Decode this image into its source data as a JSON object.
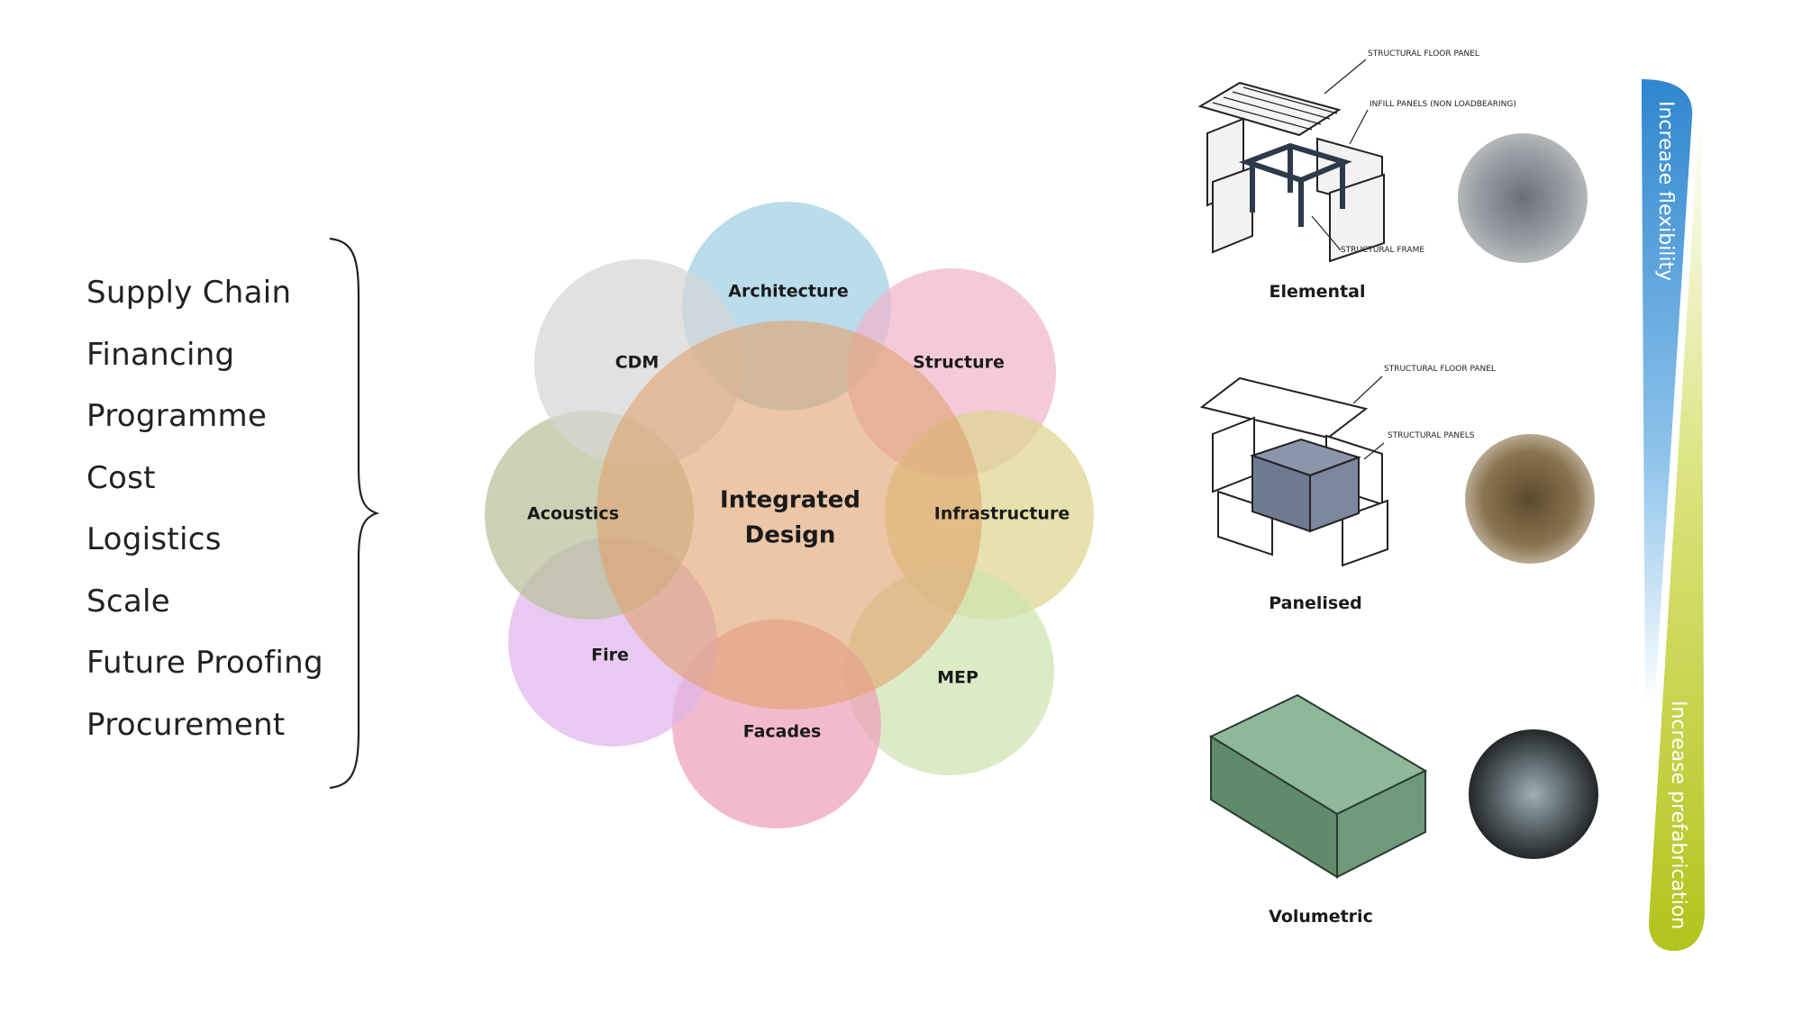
{
  "considerations": [
    "Supply Chain",
    "Financing",
    "Programme",
    "Cost",
    "Logistics",
    "Scale",
    "Future Proofing",
    "Procurement"
  ],
  "venn": {
    "center": [
      "Integrated",
      "Design"
    ],
    "circles": [
      {
        "label": "Architecture",
        "color": "#9fcfe3"
      },
      {
        "label": "Structure",
        "color": "#f0b5cc"
      },
      {
        "label": "Infrastructure",
        "color": "#dcd58e"
      },
      {
        "label": "MEP",
        "color": "#cfe3b0"
      },
      {
        "label": "Facades",
        "color": "#ee9fba"
      },
      {
        "label": "Fire",
        "color": "#e0b4ec"
      },
      {
        "label": "Acoustics",
        "color": "#b7c09a"
      },
      {
        "label": "CDM",
        "color": "#d6d6d6"
      }
    ],
    "center_color": "#e0a36f"
  },
  "methods": [
    {
      "label": "Elemental",
      "callouts": [
        "STRUCTURAL FLOOR PANEL",
        "INFILL PANELS (NON LOADBEARING)",
        "STRUCTURAL FRAME"
      ]
    },
    {
      "label": "Panelised",
      "callouts": [
        "STRUCTURAL FLOOR PANEL",
        "STRUCTURAL PANELS"
      ]
    },
    {
      "label": "Volumetric",
      "callouts": []
    }
  ],
  "scale_bar": {
    "top_label": "Increase flexibility",
    "bottom_label": "Increase prefabrication",
    "blue": "#3b8fd0",
    "green": "#b6c920"
  }
}
